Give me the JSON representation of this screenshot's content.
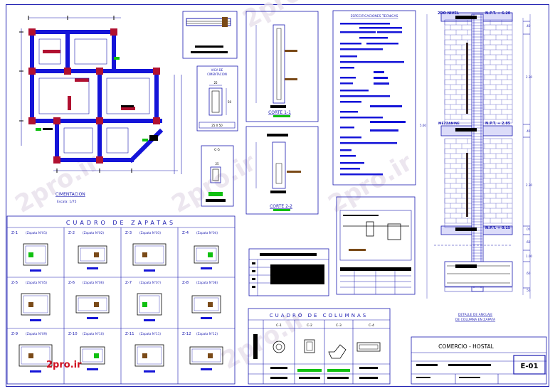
{
  "watermark": "2pro.ir",
  "foundation_plan": {
    "title": "CIMENTACION",
    "scale": "Escala: 1/75"
  },
  "viga": {
    "title_line1": "VIGA DE",
    "title_line2": "CIMENTACION",
    "dim": "25",
    "height": "50",
    "caption": "25 X 50"
  },
  "column_detail": {
    "title": "C-5",
    "dim": "25"
  },
  "cortes": [
    {
      "label": "CORTE 1-1"
    },
    {
      "label": "CORTE 2-2"
    }
  ],
  "specs": {
    "title": "ESPECIFICACIONES TECNICAS"
  },
  "elevation": {
    "level_top": "2DO NIVEL",
    "npt_top": "N.P.T. + 6.20",
    "mezz": "MEZZANINE",
    "npt_mid": "N.P.T. + 2.85",
    "npt_low": "N.P.T. + 0.15",
    "dims": [
      ".40",
      "2.30",
      ".40",
      "2.30",
      ".05",
      ".60",
      "1.00",
      ".60",
      ".50"
    ],
    "total": "5.60",
    "caption_line1": "DETALLE DE ANCLAJE",
    "caption_line2": "DE COLUMNA EN ZAPATA"
  },
  "zapatas": {
    "title": "CUADRO DE ZAPATAS",
    "items": [
      {
        "code": "Z-1",
        "label": "(Zapata N°01)"
      },
      {
        "code": "Z-2",
        "label": "(Zapata N°02)"
      },
      {
        "code": "Z-3",
        "label": "(Zapata N°03)"
      },
      {
        "code": "Z-4",
        "label": "(Zapata N°04)"
      },
      {
        "code": "Z-5",
        "label": "(Zapata N°05)"
      },
      {
        "code": "Z-6",
        "label": "(Zapata N°06)"
      },
      {
        "code": "Z-7",
        "label": "(Zapata N°07)"
      },
      {
        "code": "Z-8",
        "label": "(Zapata N°08)"
      },
      {
        "code": "Z-9",
        "label": "(Zapata N°09)"
      },
      {
        "code": "Z-10",
        "label": "(Zapata N°10)"
      },
      {
        "code": "Z-11",
        "label": "(Zapata N°11)"
      },
      {
        "code": "Z-12",
        "label": "(Zapata N°12)"
      }
    ]
  },
  "columnas": {
    "title": "CUADRO DE COLUMNAS",
    "cols": [
      "C-1",
      "C-2",
      "C-3",
      "C-4"
    ]
  },
  "title_block": {
    "project": "COMERCIO - HOSTAL",
    "sheet": "E-01"
  },
  "colors": {
    "line": "#1a1ab0",
    "fill_blue": "#1414d8",
    "red": "#b01030",
    "green": "#10c010",
    "brown": "#7a4a18"
  }
}
